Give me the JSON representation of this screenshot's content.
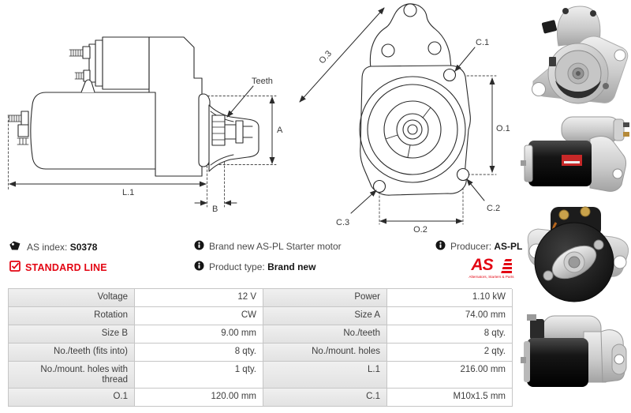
{
  "product": {
    "as_index_label": "AS index:",
    "as_index_value": "S0378",
    "line_label": "STANDARD LINE",
    "description": "Brand new AS-PL Starter motor",
    "product_type_label": "Product type:",
    "product_type_value": "Brand new",
    "producer_label": "Producer:",
    "producer_value": "AS-PL"
  },
  "logo": {
    "text": "AS",
    "tagline": "Alternators, Starters & Parts"
  },
  "colors": {
    "brand_red": "#e30613",
    "table_border": "#c6c6c6",
    "label_cell_bg": "#e9e9e9",
    "line_art": "#2b2b2b"
  },
  "diagram": {
    "side_view_labels": {
      "teeth": "Teeth",
      "a": "A",
      "b": "B",
      "l1": "L.1"
    },
    "front_view_labels": {
      "o3": "O.3",
      "c1": "C.1",
      "o1": "O.1",
      "c2": "C.2",
      "c3": "C.3",
      "o2": "O.2"
    }
  },
  "spec_table": {
    "left": [
      {
        "label": "Voltage",
        "value": "12 V"
      },
      {
        "label": "Rotation",
        "value": "CW"
      },
      {
        "label": "Size B",
        "value": "9.00 mm"
      },
      {
        "label": "No./teeth (fits into)",
        "value": "8 qty."
      },
      {
        "label": "No./mount. holes with thread",
        "value": "1 qty."
      },
      {
        "label": "O.1",
        "value": "120.00 mm"
      }
    ],
    "right": [
      {
        "label": "Power",
        "value": "1.10 kW"
      },
      {
        "label": "Size A",
        "value": "74.00 mm"
      },
      {
        "label": "No./teeth",
        "value": "8 qty."
      },
      {
        "label": "No./mount. holes",
        "value": "2 qty."
      },
      {
        "label": "L.1",
        "value": "216.00 mm"
      },
      {
        "label": "C.1",
        "value": "M10x1.5 mm"
      }
    ]
  }
}
